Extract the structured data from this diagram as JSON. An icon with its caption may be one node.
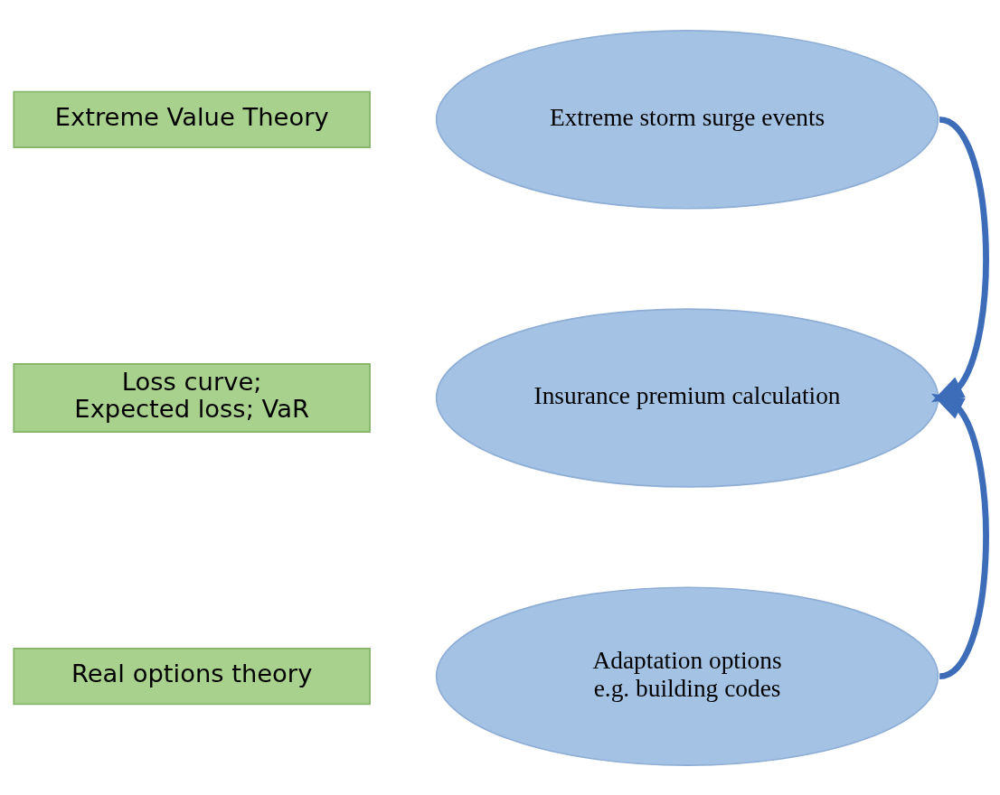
{
  "diagram": {
    "nodes": [
      {
        "text": [
          "Extreme Value Theory"
        ]
      },
      {
        "text": [
          "Extreme storm surge events"
        ]
      },
      {
        "text": [
          "Loss curve; Expected loss; VaR"
        ]
      },
      {
        "text": [
          "Insurance premium calculation"
        ]
      },
      {
        "text": [
          "Real options theory"
        ]
      },
      {
        "text": [
          "Adaptation options e.g. building codes"
        ]
      }
    ],
    "edges": [
      {
        "from": 1,
        "to": 3,
        "arrow": "to"
      },
      {
        "from": 5,
        "to": 3,
        "arrow": "to"
      }
    ]
  }
}
